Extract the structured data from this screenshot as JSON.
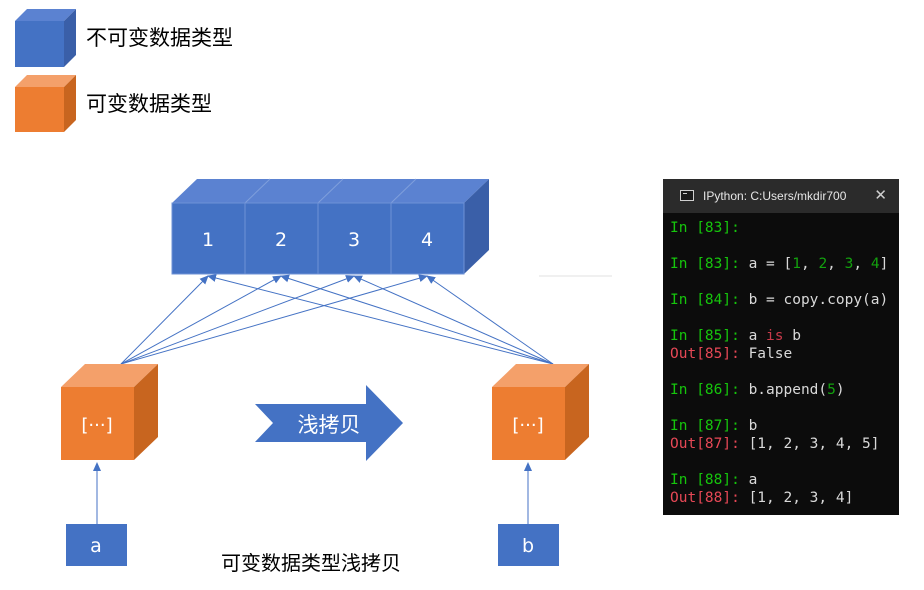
{
  "legend": {
    "immutable_label": "不可变数据类型",
    "mutable_label": "可变数据类型"
  },
  "diagram": {
    "list_cells": [
      "1",
      "2",
      "3",
      "4"
    ],
    "container_a_label": "[···]",
    "container_b_label": "[···]",
    "var_a": "a",
    "var_b": "b",
    "arrow_label": "浅拷贝",
    "caption": "可变数据类型浅拷贝"
  },
  "colors": {
    "immutable_front": "#4472c4",
    "immutable_top": "#5b82d1",
    "immutable_side": "#3a5fa8",
    "mutable_front": "#ed7d31",
    "mutable_top": "#f4a06a",
    "mutable_side": "#c8651f",
    "arrow": "#4472c4"
  },
  "terminal": {
    "title": "IPython: C:Users/mkdir700",
    "close_icon": "close-icon",
    "lines": [
      {
        "id": "l0",
        "parts": [
          {
            "t": "In [83]:",
            "c": "prompt-in"
          }
        ]
      },
      {
        "id": "l1",
        "parts": []
      },
      {
        "id": "l2",
        "parts": [
          {
            "t": "In [83]:",
            "c": "prompt-in"
          },
          {
            "t": " a = [",
            "c": ""
          },
          {
            "t": "1",
            "c": "num"
          },
          {
            "t": ", ",
            "c": ""
          },
          {
            "t": "2",
            "c": "num"
          },
          {
            "t": ", ",
            "c": ""
          },
          {
            "t": "3",
            "c": "num"
          },
          {
            "t": ", ",
            "c": ""
          },
          {
            "t": "4",
            "c": "num"
          },
          {
            "t": "]",
            "c": ""
          }
        ]
      },
      {
        "id": "l3",
        "parts": []
      },
      {
        "id": "l4",
        "parts": [
          {
            "t": "In [84]:",
            "c": "prompt-in"
          },
          {
            "t": " b = copy.copy(a)",
            "c": ""
          }
        ]
      },
      {
        "id": "l5",
        "parts": []
      },
      {
        "id": "l6",
        "parts": [
          {
            "t": "In [85]:",
            "c": "prompt-in"
          },
          {
            "t": " a ",
            "c": ""
          },
          {
            "t": "is",
            "c": "kw"
          },
          {
            "t": " b",
            "c": ""
          }
        ]
      },
      {
        "id": "l7",
        "parts": [
          {
            "t": "Out[85]:",
            "c": "prompt-out"
          },
          {
            "t": " False",
            "c": ""
          }
        ]
      },
      {
        "id": "l8",
        "parts": []
      },
      {
        "id": "l9",
        "parts": [
          {
            "t": "In [86]:",
            "c": "prompt-in"
          },
          {
            "t": " b.append(",
            "c": ""
          },
          {
            "t": "5",
            "c": "num"
          },
          {
            "t": ")",
            "c": ""
          }
        ]
      },
      {
        "id": "l10",
        "parts": []
      },
      {
        "id": "l11",
        "parts": [
          {
            "t": "In [87]:",
            "c": "prompt-in"
          },
          {
            "t": " b",
            "c": ""
          }
        ]
      },
      {
        "id": "l12",
        "parts": [
          {
            "t": "Out[87]:",
            "c": "prompt-out"
          },
          {
            "t": " [1, 2, 3, 4, 5]",
            "c": ""
          }
        ]
      },
      {
        "id": "l13",
        "parts": []
      },
      {
        "id": "l14",
        "parts": [
          {
            "t": "In [88]:",
            "c": "prompt-in"
          },
          {
            "t": " a",
            "c": ""
          }
        ]
      },
      {
        "id": "l15",
        "parts": [
          {
            "t": "Out[88]:",
            "c": "prompt-out"
          },
          {
            "t": " [1, 2, 3, 4]",
            "c": ""
          }
        ]
      }
    ]
  }
}
